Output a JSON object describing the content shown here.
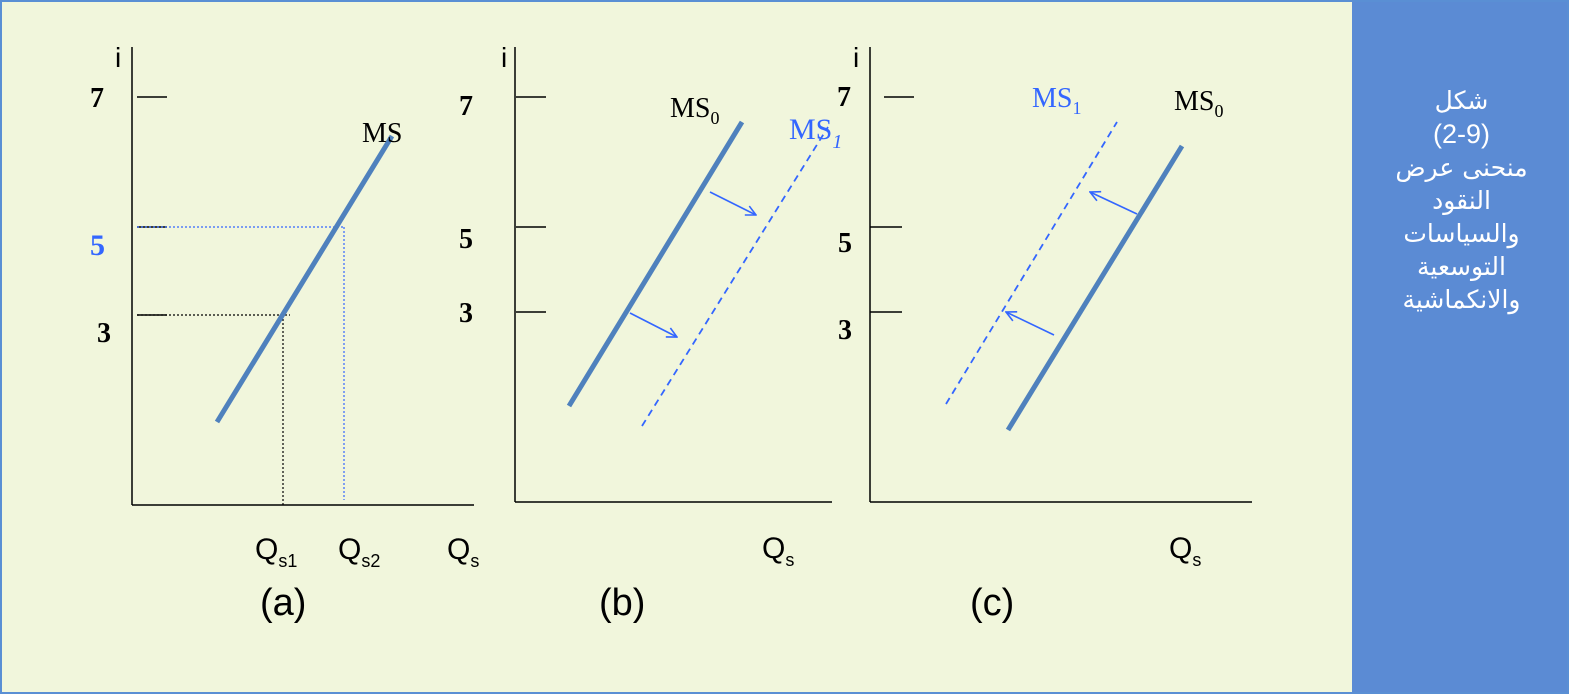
{
  "caption": {
    "line1": "شكل",
    "number": "(2-9)",
    "line2": "منحنى عرض",
    "line3": "النقود",
    "line4": "والسياسات",
    "line5": "التوسعية",
    "line6": "والانكماشية"
  },
  "panels": [
    {
      "id": "a",
      "y_axis_label": "i",
      "ticks": [
        "7",
        "5",
        "3"
      ],
      "curve_label": "MS",
      "x_labels": [
        {
          "base": "Q",
          "sub": "s1"
        },
        {
          "base": "Q",
          "sub": "s2"
        },
        {
          "base": "Q",
          "sub": "s"
        }
      ],
      "panel_label": "(a)"
    },
    {
      "id": "b",
      "y_axis_label": "i",
      "ticks": [
        "7",
        "5",
        "3"
      ],
      "curve0_label": {
        "base": "MS",
        "sub": "0"
      },
      "curve1_label": {
        "base": "MS",
        "sub": "1"
      },
      "x_label": {
        "base": "Q",
        "sub": "s"
      },
      "panel_label": "(b)"
    },
    {
      "id": "c",
      "y_axis_label": "i",
      "ticks": [
        "7",
        "5",
        "3"
      ],
      "curve0_label": {
        "base": "MS",
        "sub": "0"
      },
      "curve1_label": {
        "base": "MS",
        "sub": "1"
      },
      "x_label": {
        "base": "Q",
        "sub": "s"
      },
      "panel_label": "(c)"
    }
  ],
  "colors": {
    "background": "#f1f6dc",
    "curve": "#4f81bd",
    "highlight": "#3366ff",
    "caption_bg": "#5b8bd4",
    "caption_text": "#ffffff",
    "axis": "#000000"
  }
}
